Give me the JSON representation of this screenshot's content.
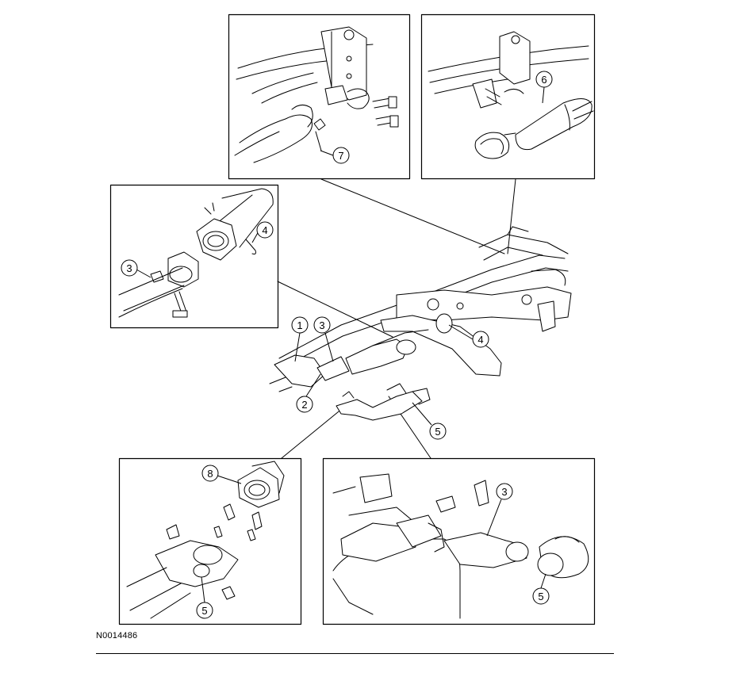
{
  "figure_id": "N0014486",
  "callouts": {
    "main_1": "1",
    "main_2": "2",
    "main_3": "3",
    "main_4": "4",
    "main_5": "5",
    "det_top_left_7": "7",
    "det_top_right_6": "6",
    "det_mid_left_3": "3",
    "det_mid_left_4": "4",
    "det_bot_left_8": "8",
    "det_bot_left_5": "5",
    "det_bot_right_3": "3",
    "det_bot_right_5": "5"
  }
}
